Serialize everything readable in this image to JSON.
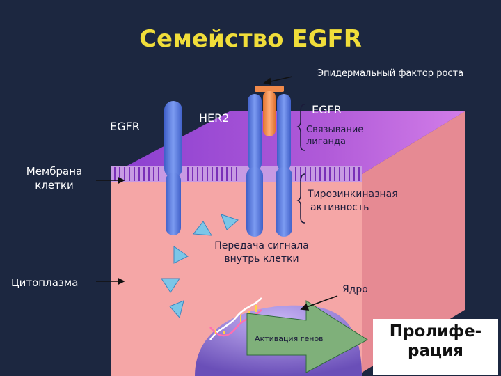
{
  "title": "Семейство EGFR",
  "labels": {
    "egf": "Эпидермальный фактор роста",
    "egfr_left": "EGFR",
    "her2": "HER2",
    "egfr_right": "EGFR",
    "ligand_binding_line1": "Связывание",
    "ligand_binding_line2": "лиганда",
    "membrane_line1": "Мембрана",
    "membrane_line2": "клетки",
    "tk_line1": "Тирозинкиназная",
    "tk_line2": "активность",
    "signal_line1": "Передача сигнала",
    "signal_line2": "внутрь клетки",
    "cytoplasm": "Цитоплазма",
    "nucleus": "Ядро",
    "gene_activation": "Активация генов",
    "proliferation_line1": "Пролифе-",
    "proliferation_line2": "рация"
  },
  "colors": {
    "background": "#1c2740",
    "title": "#f0dd3a",
    "cell_front": "#f7a8a8",
    "cell_right": "#e88b92",
    "membrane_top": "#9b4fd0",
    "receptor": "#5b7fe0",
    "ligand": "#f08a4b",
    "nucleus": "#7d63c4",
    "arrow": "#7fb07a",
    "signal_triangle": "#7cc6e8"
  },
  "icons": [
    "dna-helix-icon",
    "signal-triangle-icon",
    "pointer-arrow-icon"
  ]
}
